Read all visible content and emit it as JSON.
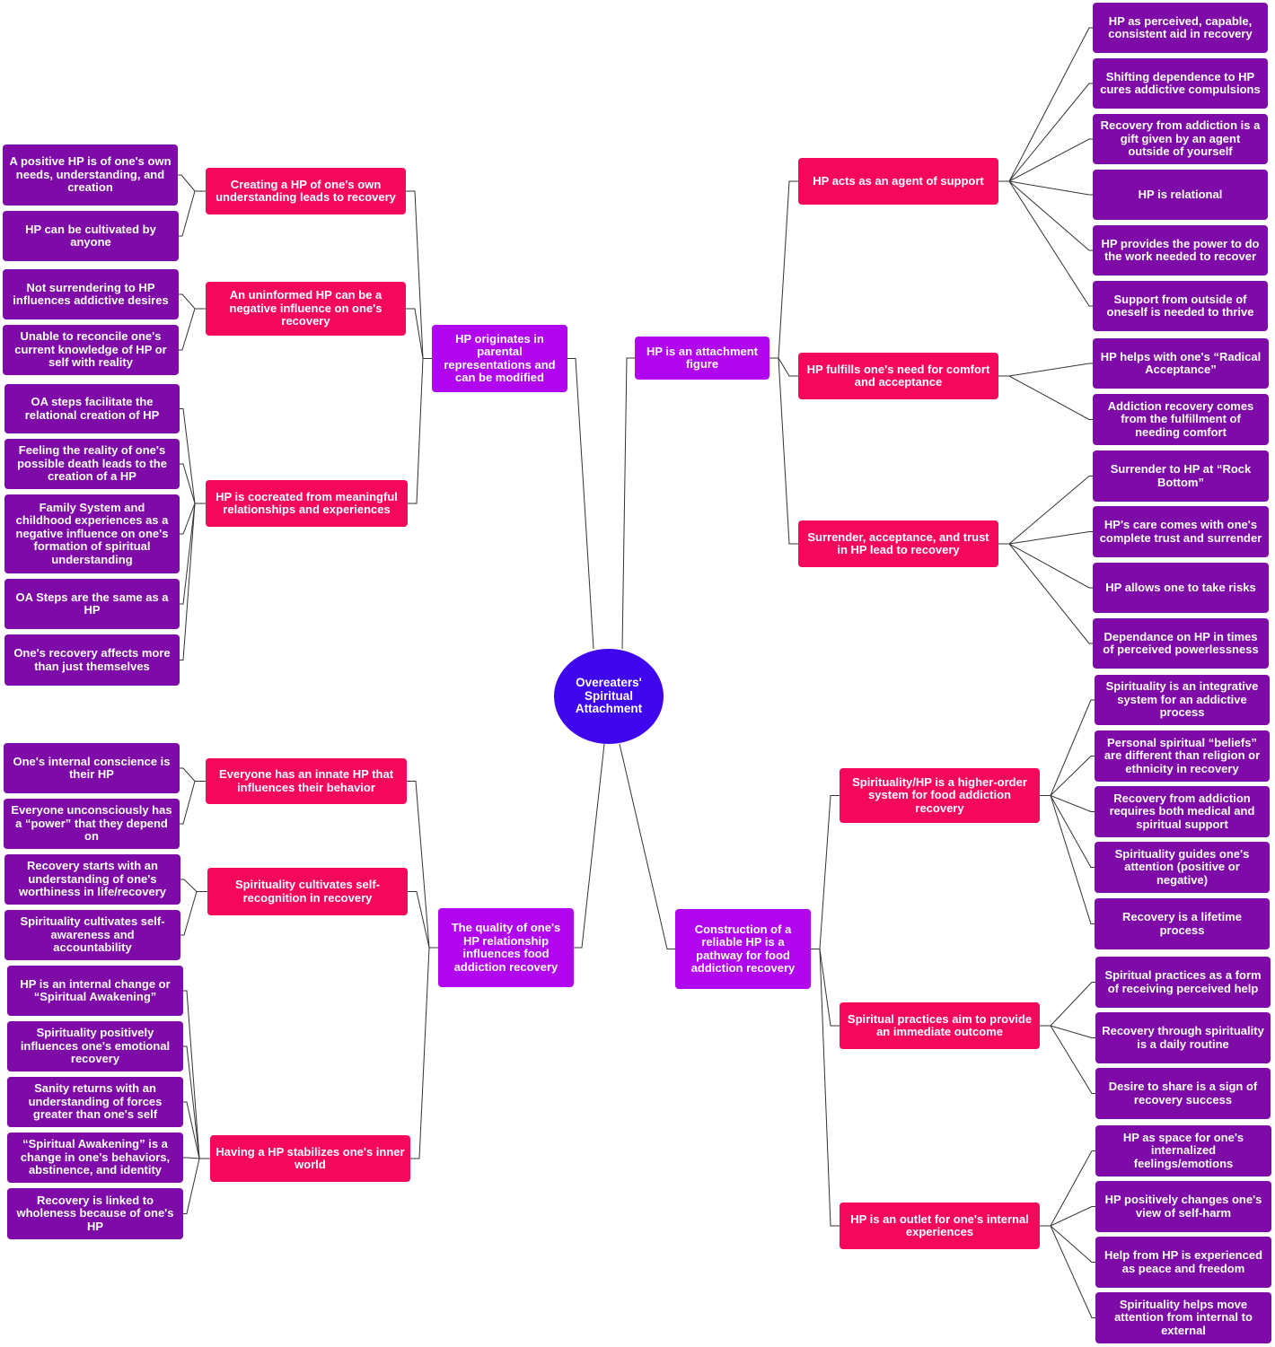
{
  "colors": {
    "center": "#3f06ee",
    "theme": "#b105ef",
    "subtheme": "#f5075c",
    "code": "#7e0aa8",
    "line": "#333333"
  },
  "center": {
    "label": "Overeaters' Spiritual Attachment"
  },
  "themes": [
    {
      "label": "HP originates in parental representations and can be modified",
      "subthemes": [
        {
          "label": "Creating a HP of one's own understanding leads to recovery",
          "codes": [
            "A positive HP is of one's own needs, understanding, and creation",
            "HP can be cultivated by anyone"
          ]
        },
        {
          "label": "An uninformed HP can be a negative influence on one's recovery",
          "codes": [
            "Not surrendering to HP influences addictive desires",
            "Unable to reconcile one's current knowledge of HP or self with reality"
          ]
        },
        {
          "label": "HP is cocreated from meaningful relationships and experiences",
          "codes": [
            "OA steps facilitate the relational creation of HP",
            "Feeling the reality of one's possible death leads to the creation of a HP",
            "Family System and childhood experiences as a negative influence on one's formation of spiritual understanding",
            "OA Steps are the same as a HP",
            "One's recovery affects more than just themselves"
          ]
        }
      ]
    },
    {
      "label": "HP is an attachment figure",
      "subthemes": [
        {
          "label": "HP acts as an agent of support",
          "codes": [
            "HP as perceived, capable, consistent aid in recovery",
            "Shifting dependence to HP cures addictive compulsions",
            "Recovery from addiction is a gift given by an agent outside of yourself",
            "HP is relational",
            "HP provides the power to do the work needed to recover",
            "Support from outside of oneself is needed to thrive"
          ]
        },
        {
          "label": "HP fulfills one's need for comfort and acceptance",
          "codes": [
            "HP helps with one's “Radical Acceptance”",
            "Addiction recovery comes from the fulfillment of needing comfort"
          ]
        },
        {
          "label": "Surrender, acceptance, and trust in HP lead to recovery",
          "codes": [
            "Surrender to HP at “Rock Bottom”",
            "HP's care comes with one's complete trust and surrender",
            "HP allows one to take risks",
            "Dependance on HP in times of perceived powerlessness"
          ]
        }
      ]
    },
    {
      "label": "The quality of one's HP relationship influences food addiction recovery",
      "subthemes": [
        {
          "label": "Everyone has an innate HP that influences their behavior",
          "codes": [
            "One's internal conscience is their HP",
            "Everyone unconsciously has a “power” that they depend on"
          ]
        },
        {
          "label": "Spirituality cultivates self-recognition in recovery",
          "codes": [
            "Recovery starts with an understanding of one's worthiness in life/recovery",
            "Spirituality cultivates self-awareness and accountability"
          ]
        },
        {
          "label": "Having a HP stabilizes one's inner world",
          "codes": [
            "HP is an internal change or “Spiritual Awakening”",
            "Spirituality positively influences one's emotional recovery",
            "Sanity returns with an understanding of forces greater than one's self",
            "“Spiritual Awakening” is a change in one's behaviors, abstinence, and identity",
            "Recovery is linked to wholeness because of one's HP"
          ]
        }
      ]
    },
    {
      "label": "Construction of a reliable HP is a pathway for food addiction recovery",
      "subthemes": [
        {
          "label": "Spirituality/HP is a higher-order system for food addiction recovery",
          "codes": [
            "Spirituality is an integrative system for an addictive process",
            "Personal spiritual “beliefs” are different than religion or ethnicity in recovery",
            "Recovery from addiction requires both medical and spiritual support",
            "Spirituality guides one's attention (positive or negative)",
            "Recovery is a lifetime process"
          ]
        },
        {
          "label": "Spiritual practices aim to provide an immediate outcome",
          "codes": [
            "Spiritual practices as a form of receiving perceived help",
            "Recovery through spirituality is a daily routine",
            "Desire to share is a sign of recovery success"
          ]
        },
        {
          "label": "HP is an outlet for one's internal experiences",
          "codes": [
            "HP as space for one's internalized feelings/emotions",
            "HP positively changes one's view of self-harm",
            "Help from HP is experienced as peace and freedom",
            "Spirituality helps move attention from internal to external"
          ]
        }
      ]
    }
  ]
}
